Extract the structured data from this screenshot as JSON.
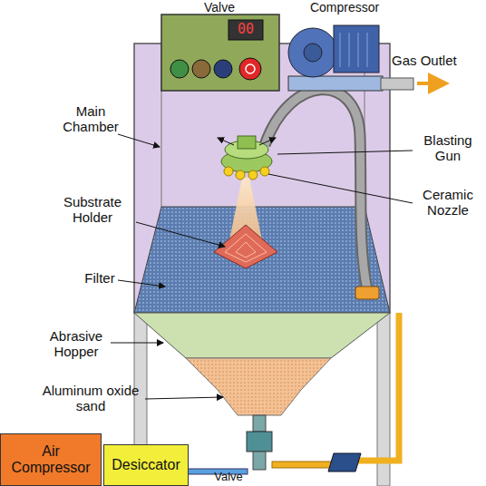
{
  "diagram": {
    "nodes": [
      {
        "text": [
          "Air Compressor"
        ]
      },
      {
        "text": [
          "Desiccator"
        ]
      }
    ],
    "labels": [
      "Valve",
      "Compressor",
      "00",
      "Gas Outlet",
      "Main Chamber",
      "Blasting Gun",
      "Ceramic Nozzle",
      "Substrate Holder",
      "Filter",
      "Abrasive Hopper",
      "Aluminum oxide sand",
      "Valve"
    ]
  }
}
